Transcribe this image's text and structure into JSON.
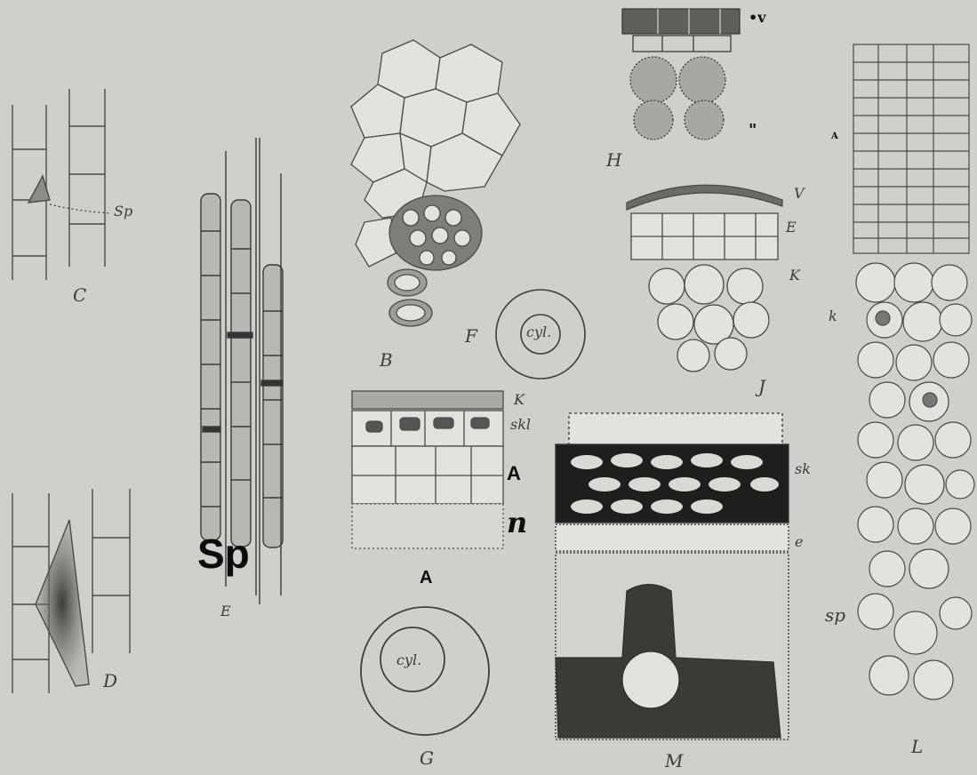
{
  "figure_labels": {
    "C": "C",
    "D": "D",
    "E": "E",
    "B": "B",
    "F": "F",
    "G": "G",
    "H": "H",
    "J": "J",
    "M": "M",
    "L": "L"
  },
  "annotations": {
    "sp_c": "Sp",
    "sp_e": "Sp",
    "cyl_f": "cyl.",
    "cyl_g": "cyl.",
    "v_h": "•v",
    "quote_h": "\"",
    "v_j": "V",
    "e_j": "E",
    "k_j": "K",
    "k_a": "K",
    "skl_a": "skl",
    "a_mid": "A",
    "n_a": "n",
    "a_bottom": "A",
    "sk_m": "sk",
    "e_m": "e",
    "a_l": "A",
    "k_l": "k",
    "sp_l": "sp"
  },
  "palette": {
    "paper": "#cfd0cb",
    "ink": "#4a4a47",
    "dark_ink": "#1e1e1c",
    "cell_fill": "#e2e3df"
  }
}
